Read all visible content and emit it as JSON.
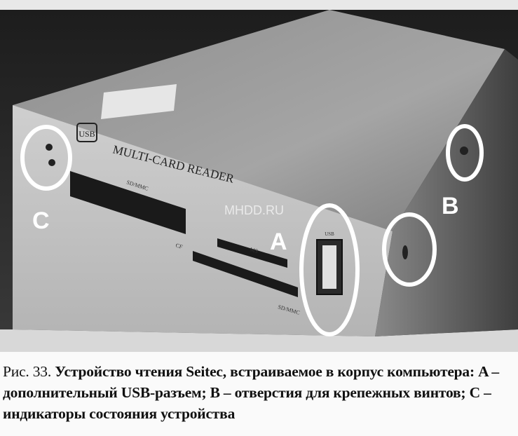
{
  "photo": {
    "brand_logo": "USB",
    "device_label": "MULTI-CARD READER",
    "watermark": "MHDD.RU",
    "marker_a": "A",
    "marker_b": "B",
    "marker_c": "C",
    "slot_top_label": "SD/MMC",
    "slot_ms_label": "MS",
    "slot_sdmmc_label": "SD/MMC",
    "slot_cf_label": "CF",
    "port_label": "USB"
  },
  "caption": {
    "lead": "Рис. 33. ",
    "body": "Устройство чтения Seitec, встраиваемое в корпус компьютера: A – дополнительный USB-разъем; B – отверстия для крепежных винтов; C – индикаторы состояния устройства"
  }
}
